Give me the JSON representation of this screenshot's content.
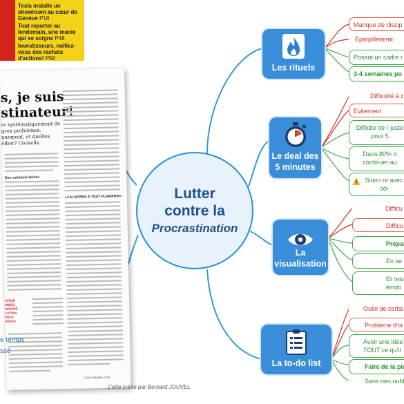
{
  "magazine": {
    "teasers": [
      {
        "text": "Tesla installe un showroom au cœur de Genève",
        "page": "P18"
      },
      {
        "text": "Tout reporter au lendemain, une manie qui se soigne",
        "page": "P48"
      },
      {
        "text": "Investisseurs, méfiez-vous des rachats d'actions!",
        "page": "P58"
      }
    ],
    "headline": [
      "s, je suis",
      "stinateur!"
    ],
    "lead": "er systématiquement de gros problèmes. nnement, et quelles édier? Conseils.",
    "subheads": [
      "Des solutions faciles",
      "«J'AI APPRIS À TOUT PLANIFIER»"
    ],
    "redbox": [
      "ATEUR",
      "MIDES",
      "APPARÉ",
      "LUTION",
      "ENCE",
      "ANTIS»"
    ],
    "date": "2 SEPTEMBRE 2016",
    "left_fragments": [
      "e temps",
      "ssé"
    ]
  },
  "center": {
    "line1": "Lutter",
    "line2": "contre la",
    "line3": "Procrastination"
  },
  "credit": "Carte créée par Bernard JOUVEL",
  "colors": {
    "topic": "#3a8dd9",
    "red": "#d0301f",
    "green": "#2a8f2f",
    "branch": "#2f9ae0"
  },
  "topics": [
    {
      "id": "rituels",
      "label": "Les rituels",
      "icon": "flame-icon",
      "leaves": [
        {
          "text": "Manque de discip",
          "color": "red"
        },
        {
          "text": "Éparpillement",
          "color": "red"
        },
        {
          "text": "Posent un cadre r",
          "color": "green"
        },
        {
          "text": "3-4 semaines po",
          "color": "green"
        }
      ]
    },
    {
      "id": "deal",
      "label": "Le deal des 5 minutes",
      "icon": "stopwatch-icon",
      "leaves": [
        {
          "text": "Difficulté à c",
          "color": "red"
        },
        {
          "text": "Évitement",
          "color": "red"
        },
        {
          "text": "Difficile de r juste pour 5",
          "color": "green"
        },
        {
          "text": "Dans 80% d continuer au",
          "color": "green"
        },
        {
          "text": "Sinon re avec soi",
          "color": "green"
        }
      ]
    },
    {
      "id": "visu",
      "label": "La visualisation",
      "icon": "eye-icon",
      "leaves": [
        {
          "text": "Difficu",
          "color": "red"
        },
        {
          "text": "Difficu",
          "color": "red"
        },
        {
          "text": "Prépar",
          "color": "green"
        },
        {
          "text": "En se v",
          "color": "green"
        },
        {
          "text": "Et ress émoti",
          "color": "green"
        }
      ]
    },
    {
      "id": "todo",
      "label": "La to-do list",
      "icon": "checklist-icon",
      "leaves": [
        {
          "text": "Oubli de certai",
          "color": "red"
        },
        {
          "text": "Problème d'or",
          "color": "red"
        },
        {
          "text": "Avoir une idée TOUT ce qu'il",
          "color": "green"
        },
        {
          "text": "Faire de la pla",
          "color": "green"
        },
        {
          "text": "Sans rien oubl",
          "color": "green"
        }
      ]
    }
  ]
}
